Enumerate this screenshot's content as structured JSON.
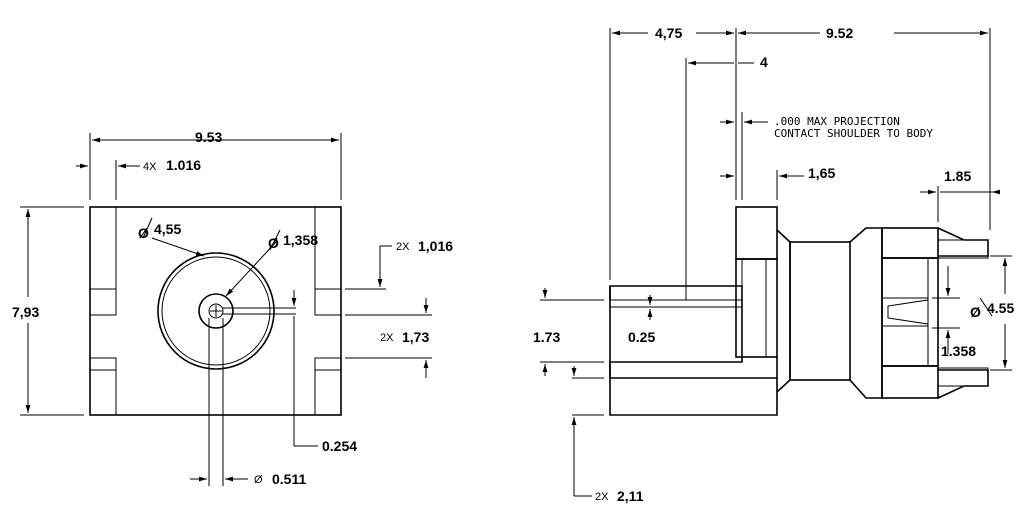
{
  "front_view": {
    "width": "9.53",
    "slot_width_mult": "4X",
    "slot_width": "1.016",
    "height": "7,93",
    "body_dia_sym": "Ø",
    "body_dia": "4,55",
    "inner_dia_sym": "Ø",
    "inner_dia": "1,358",
    "slot_gap_mult": "2X",
    "slot_gap": "1,016",
    "slot_pitch_mult": "2X",
    "slot_pitch": "1,73",
    "pin_offset": "0.254",
    "pin_dia_sym": "Ø",
    "pin_dia": "0.511"
  },
  "side_view": {
    "dim_475": "4,75",
    "dim_952": "9.52",
    "dim_4": "4",
    "note_line1": ".000 MAX PROJECTION",
    "note_line2": "CONTACT SHOULDER TO BODY",
    "dim_165": "1,65",
    "dim_185": "1.85",
    "dim_455_sym": "Ø",
    "dim_455": "4.55",
    "dim_1358": "1.358",
    "dim_173": "1.73",
    "dim_025": "0.25",
    "leg_mult": "2X",
    "leg_len": "2,11"
  }
}
